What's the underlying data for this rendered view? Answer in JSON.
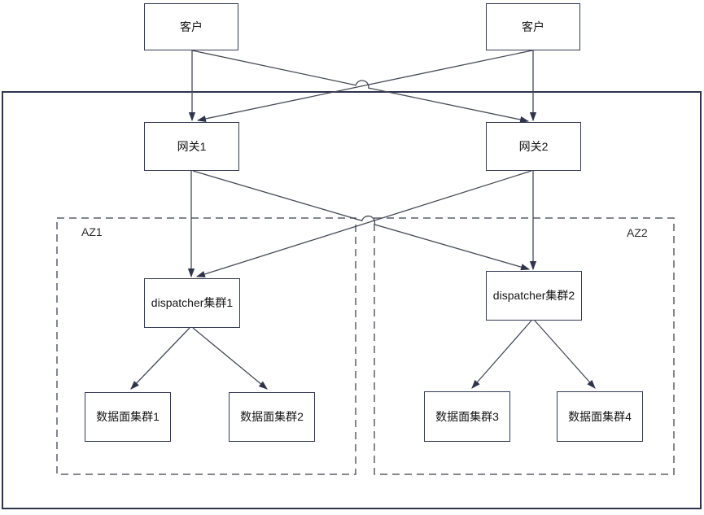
{
  "diagram": {
    "nodes": {
      "client_left": {
        "label": "客户"
      },
      "client_right": {
        "label": "客户"
      },
      "gateway1": {
        "label": "网关1"
      },
      "gateway2": {
        "label": "网关2"
      },
      "az1": {
        "label": "AZ1"
      },
      "az2": {
        "label": "AZ2"
      },
      "dispatcher1": {
        "label": "dispatcher集群1"
      },
      "dispatcher2": {
        "label": "dispatcher集群2"
      },
      "dataplane1": {
        "label": "数据面集群1"
      },
      "dataplane2": {
        "label": "数据面集群2"
      },
      "dataplane3": {
        "label": "数据面集群3"
      },
      "dataplane4": {
        "label": "数据面集群4"
      }
    },
    "edges": [
      {
        "from": "client-left",
        "to": "gateway-1"
      },
      {
        "from": "client-left",
        "to": "gateway-2"
      },
      {
        "from": "client-right",
        "to": "gateway-1"
      },
      {
        "from": "client-right",
        "to": "gateway-2"
      },
      {
        "from": "gateway-1",
        "to": "dispatcher-1"
      },
      {
        "from": "gateway-1",
        "to": "dispatcher-2"
      },
      {
        "from": "gateway-2",
        "to": "dispatcher-1"
      },
      {
        "from": "gateway-2",
        "to": "dispatcher-2"
      },
      {
        "from": "dispatcher-1",
        "to": "dataplane-1"
      },
      {
        "from": "dispatcher-1",
        "to": "dataplane-2"
      },
      {
        "from": "dispatcher-2",
        "to": "dataplane-3"
      },
      {
        "from": "dispatcher-2",
        "to": "dataplane-4"
      }
    ],
    "colors": {
      "box_border": "#343a54",
      "outer_border": "#2e3350",
      "connector_line": "#474b57",
      "arrowhead": "#30344a",
      "dashed_border": "#5c5f68",
      "text": "#141414",
      "background": "#ffffff"
    }
  }
}
